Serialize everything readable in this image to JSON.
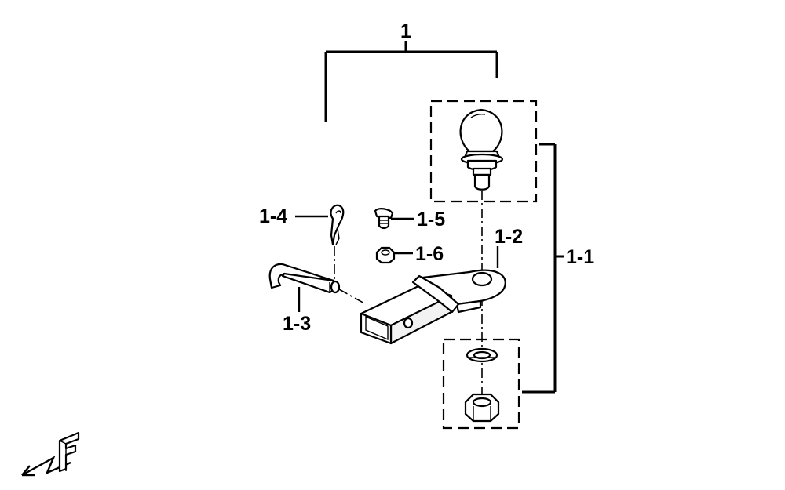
{
  "callouts": {
    "assembly": "1",
    "ball_group": "1-1",
    "drawbar": "1-2",
    "hitch_pin": "1-3",
    "clip": "1-4",
    "bolt": "1-5",
    "nut_small": "1-6"
  },
  "icons": {
    "front_indicator": "front-arrow-F-icon"
  }
}
